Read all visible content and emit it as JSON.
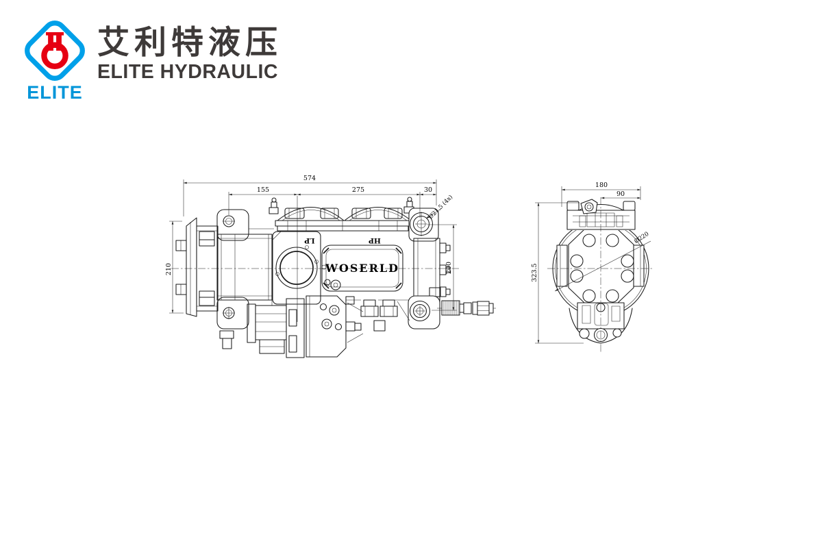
{
  "logo": {
    "badge_text": "ELITE",
    "brand_cn": "艾利特液压",
    "brand_en": "ELITE HYDRAULIC",
    "colors": {
      "blue": "#00a0e9",
      "badge_blue": "#0095d9",
      "red": "#e60012",
      "dark": "#3e3a39"
    }
  },
  "drawing": {
    "line_color": "#1a1a1a",
    "side_view": {
      "plate_label": "WOSERLD",
      "port_labels": {
        "lp": "LP",
        "hp": "HP"
      },
      "dimensions": {
        "overall_length": "574",
        "bracket_span_left": "155",
        "bracket_span_right": "275",
        "end_offset": "30",
        "flange_height": "210",
        "vertical_span": "200",
        "mount_hole_note": "Ø21.5 (4x)"
      }
    },
    "end_view": {
      "dimensions": {
        "body_width": "180",
        "half_width": "90",
        "overall_height": "323.5",
        "flange_diameter": "Ø220"
      }
    }
  }
}
